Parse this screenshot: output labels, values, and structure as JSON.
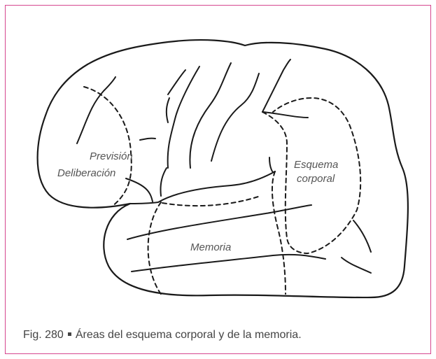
{
  "figure": {
    "labels": {
      "prevision": "Previsión",
      "deliberacion": "Deliberación",
      "esquema_line1": "Esquema",
      "esquema_line2": "corporal",
      "memoria": "Memoria"
    },
    "caption": {
      "number": "Fig. 280",
      "text": "Áreas del esquema corporal y de la memoria."
    }
  },
  "colors": {
    "frame_border": "#d6478f",
    "line": "#1a1a1a",
    "label_text": "#555555"
  }
}
